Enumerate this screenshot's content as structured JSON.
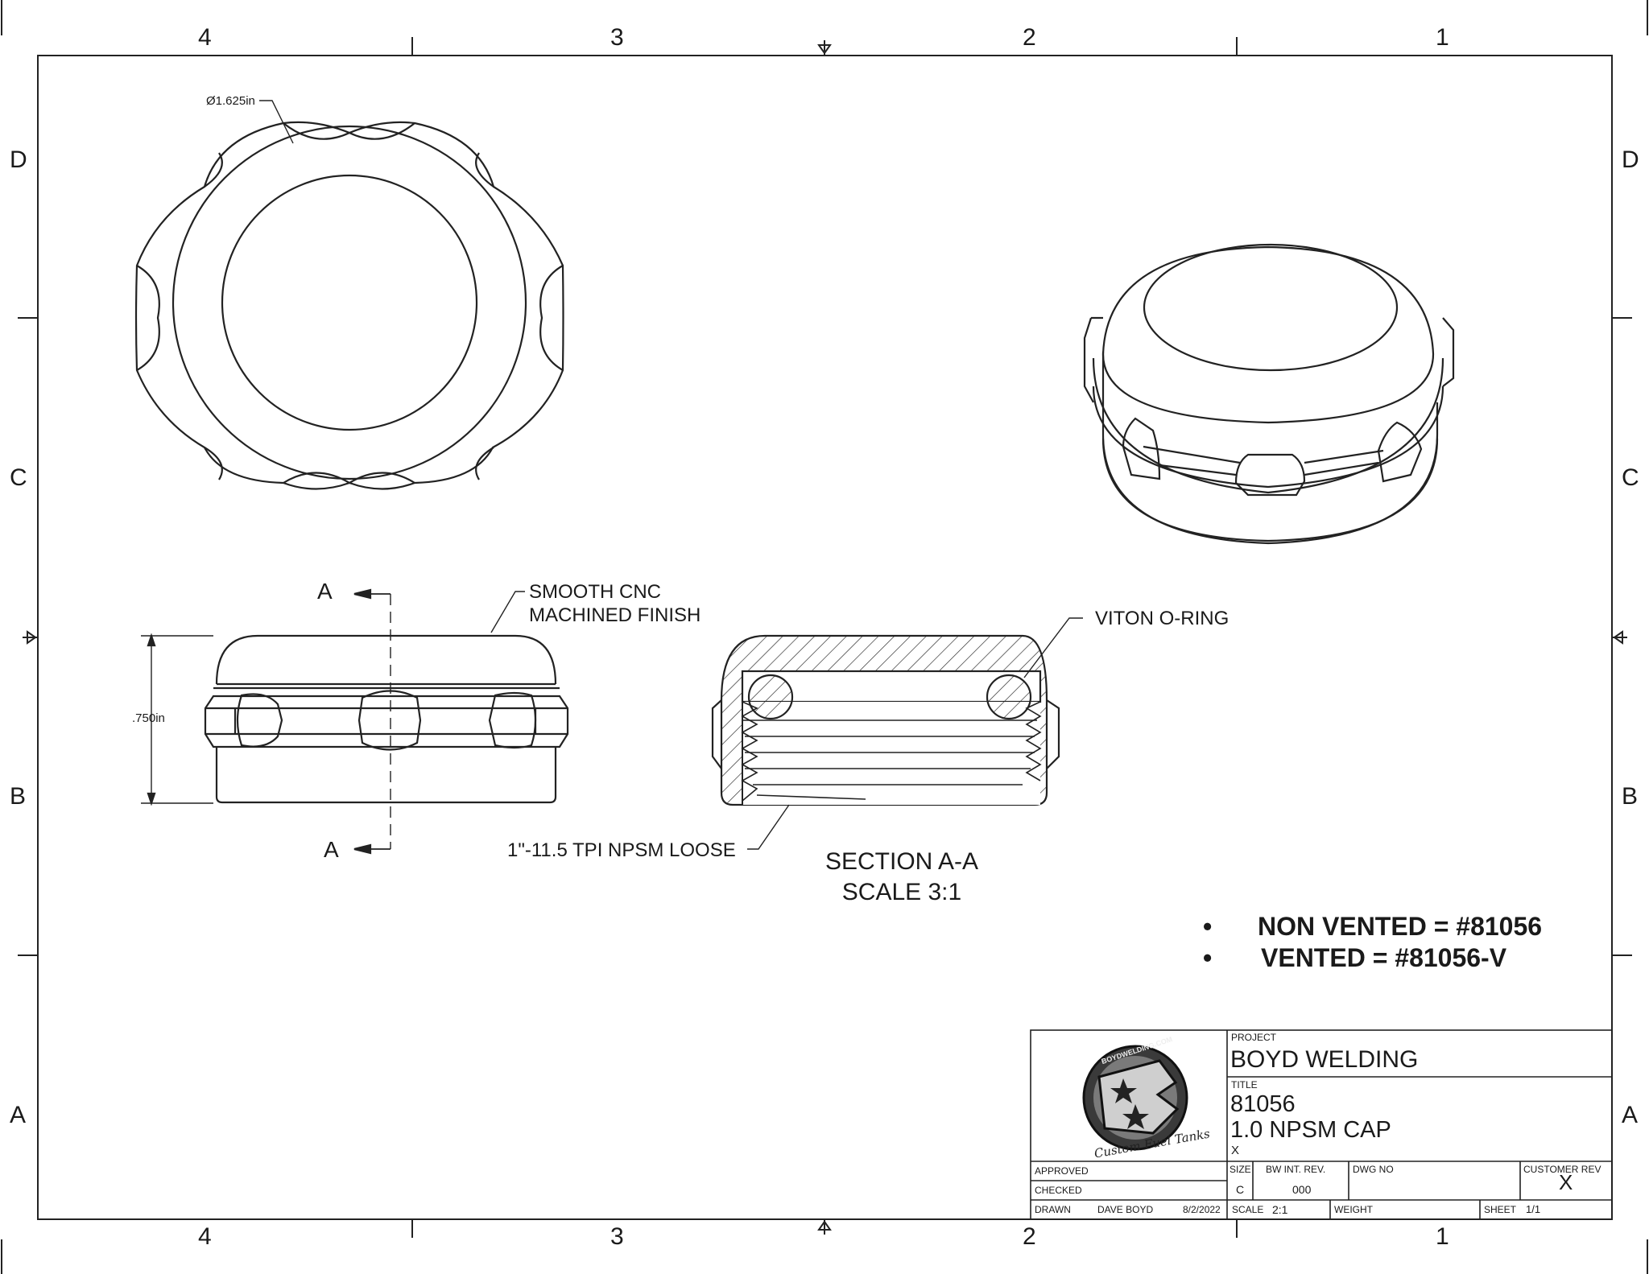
{
  "border": {
    "columns": [
      "4",
      "3",
      "2",
      "1"
    ],
    "rows": [
      "D",
      "C",
      "B",
      "A"
    ]
  },
  "views": {
    "diameter_dim": "Ø1.625in",
    "height_dim": ".750in",
    "section_marker": "A",
    "finish_note": [
      "SMOOTH CNC",
      "MACHINED FINISH"
    ],
    "oring_note": "VITON O-RING",
    "thread_note": "1\"-11.5 TPI NPSM LOOSE",
    "section_title": "SECTION A-A",
    "section_scale": "SCALE 3:1"
  },
  "part_numbers": [
    {
      "bullet": "•",
      "text": "NON VENTED = #81056"
    },
    {
      "bullet": "•",
      "text": "VENTED = #81056-V"
    }
  ],
  "title_block": {
    "logo_text": "BOYDWELDING.COM",
    "logo_script": "Custom Fuel Tanks",
    "project_label": "PROJECT",
    "project": "BOYD WELDING",
    "title_label": "TITLE",
    "title_line1": "81056",
    "title_line2": "1.0 NPSM CAP",
    "title_line3": "X",
    "approved_label": "APPROVED",
    "checked_label": "CHECKED",
    "drawn_label": "DRAWN",
    "drawn_by": "DAVE BOYD",
    "drawn_date": "8/2/2022",
    "size_label": "SIZE",
    "size": "C",
    "rev_label": "BW  INT. REV.",
    "rev": "000",
    "dwg_label": "DWG NO",
    "customer_rev_label": "CUSTOMER REV",
    "customer_rev": "X",
    "scale_label": "SCALE",
    "scale": "2:1",
    "weight_label": "WEIGHT",
    "sheet_label": "SHEET",
    "sheet": "1/1"
  }
}
